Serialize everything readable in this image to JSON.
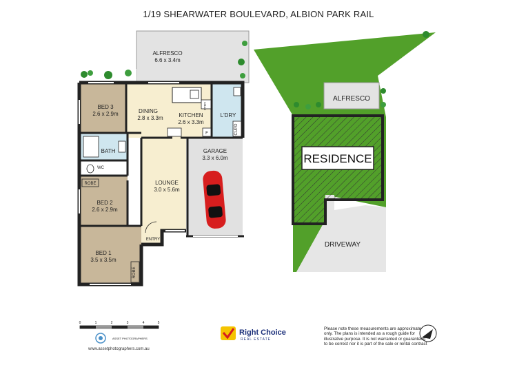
{
  "title": "1/19 SHEARWATER BOULEVARD, ALBION PARK RAIL",
  "rooms": {
    "alfresco": {
      "name": "ALFRESCO",
      "size": "6.6 x 3.4m"
    },
    "bed3": {
      "name": "BED 3",
      "size": "2.6 x 2.9m"
    },
    "dining": {
      "name": "DINING",
      "size": "2.8 x 3.3m"
    },
    "kitchen": {
      "name": "KITCHEN",
      "size": "2.6 x 3.3m"
    },
    "ldry": {
      "name": "L'DRY"
    },
    "bath": {
      "name": "BATH"
    },
    "wc": {
      "name": "WC"
    },
    "garage": {
      "name": "GARAGE",
      "size": "3.3 x 6.0m"
    },
    "lounge": {
      "name": "LOUNGE",
      "size": "3.0 x 5.6m"
    },
    "robe_top": {
      "name": "ROBE"
    },
    "bed2": {
      "name": "BED 2",
      "size": "2.6 x 2.9m"
    },
    "entry": {
      "name": "ENTRY"
    },
    "bed1": {
      "name": "BED 1",
      "size": "3.5 x 3.5m"
    },
    "robe_side": {
      "name": "ROBE"
    },
    "pantry": {
      "name": "PTRY"
    },
    "cupd": {
      "name": "CUPD"
    },
    "fridge": {
      "name": "F"
    }
  },
  "site": {
    "alfresco": "ALFRESCO",
    "residence": "RESIDENCE",
    "driveway": "DRIVEWAY"
  },
  "scale_bar": {
    "ticks": [
      "0",
      "1",
      "2",
      "3",
      "4",
      "5"
    ]
  },
  "credits": {
    "photographer": "ASSET PHOTOGRAPHERS",
    "website": "www.assetphotographers.com.au"
  },
  "agency": {
    "name": "Right Choice",
    "tagline": "REAL ESTATE"
  },
  "disclaimer": "Please note these measurements are approximate only. The plans is intended as a rough guide for illustrative purpose. It is not warranted or guaranteed to be correct nor it is part of the sale or rental contract",
  "colors": {
    "wall": "#222222",
    "bedroom_floor": "#c8b79a",
    "living_floor": "#f7eed0",
    "wet_floor": "#cfe6ef",
    "garage_floor": "#e1e1e1",
    "lawn": "#52a02a",
    "car": "#d71e1e"
  }
}
